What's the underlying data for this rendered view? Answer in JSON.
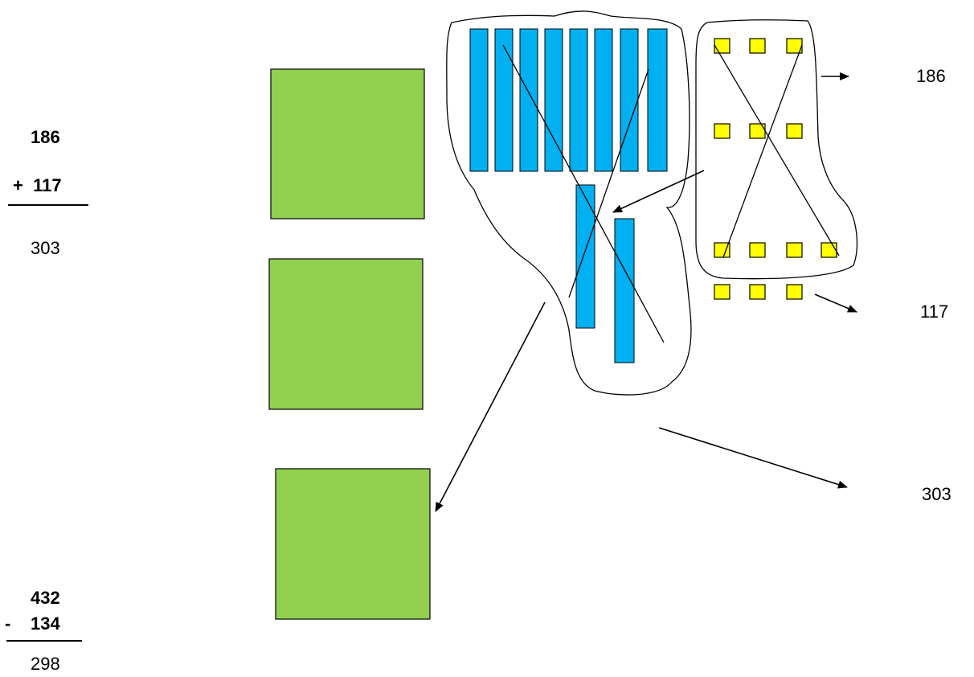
{
  "colors": {
    "hundreds_block": "#92D050",
    "tens_rod": "#00B0F0",
    "ones_cube": "#FFFF00",
    "outline": "#000000"
  },
  "problem1": {
    "top": "186",
    "operator_line": "+  117",
    "result": "303"
  },
  "problem2": {
    "top": "432",
    "operator": "-",
    "bottom": "134",
    "result": "298"
  },
  "labels": {
    "right_top": "186",
    "right_middle": "117",
    "right_bottom": "303"
  },
  "blocks": {
    "hundreds_count": 3,
    "tens_in_row": 8,
    "tens_loose": 2,
    "ones_grouped": 10,
    "ones_loose": 3
  }
}
